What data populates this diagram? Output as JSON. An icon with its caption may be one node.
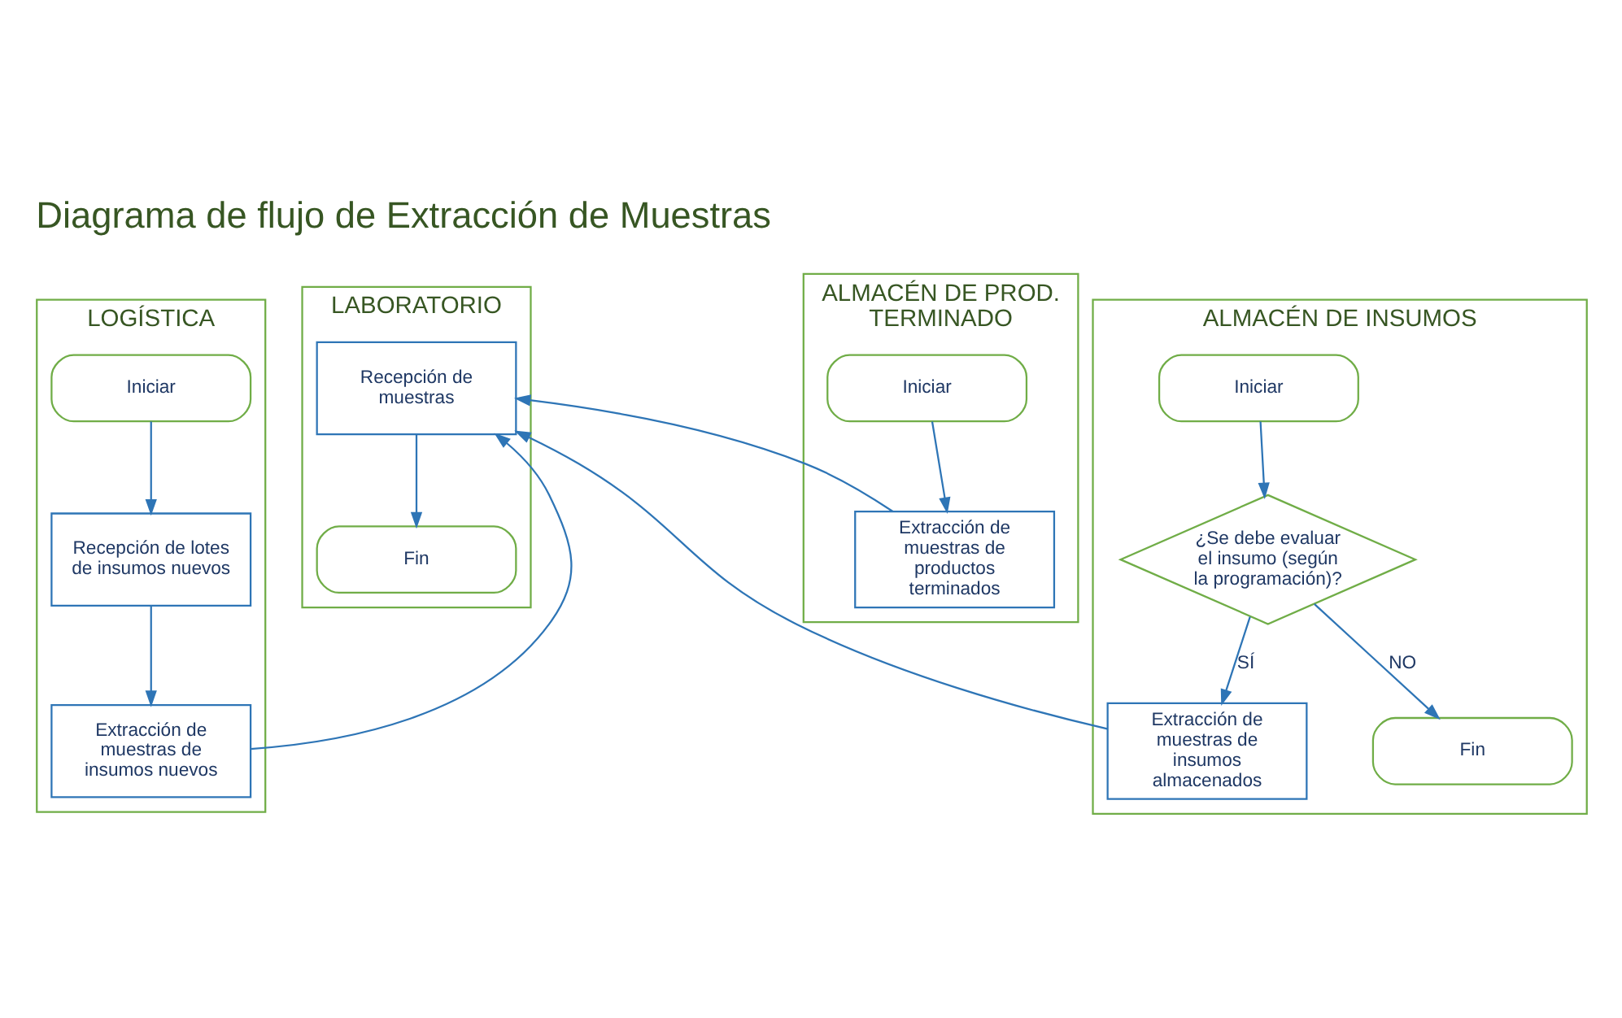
{
  "diagram": {
    "title": "Diagrama de flujo de Extracción de Muestras",
    "nodes": [
      {
        "text": [
          "LOGÍSTICA"
        ]
      },
      {
        "text": [
          "Iniciar"
        ],
        "in": 0
      },
      {
        "text": [
          "Recepción de lotes de insumos nuevos"
        ],
        "in": 0
      },
      {
        "text": [
          "Extracción de muestras de insumos nuevos"
        ],
        "in": 0
      },
      {
        "text": [
          "ALMACÉN DE INSUMOS"
        ]
      },
      {
        "text": [
          "Iniciar"
        ],
        "in": 4
      },
      {
        "text": [
          "¿Se debe evaluar el insumo (según la programación)?"
        ],
        "in": 4
      },
      {
        "text": [
          "Fin"
        ],
        "in": 4
      },
      {
        "text": [
          "Extracción de muestras de insumos almacenados"
        ],
        "in": 4
      },
      {
        "text": [
          "ALMACÉN DE PROD. TERMINADO"
        ]
      },
      {
        "text": [
          "Iniciar"
        ],
        "in": 9
      },
      {
        "text": [
          "Extracción de muestras de productos terminados"
        ],
        "in": 9
      },
      {
        "text": [
          "LABORATORIO"
        ]
      },
      {
        "text": [
          "Recepción de muestras"
        ],
        "in": 12
      },
      {
        "text": [
          "Fin"
        ],
        "in": 12
      }
    ],
    "edges": [
      {
        "from": 1,
        "to": 2,
        "arrow": "to"
      },
      {
        "from": 2,
        "to": 3,
        "arrow": "to"
      },
      {
        "from": 5,
        "to": 6,
        "arrow": "to"
      },
      {
        "from": 6,
        "to": 7,
        "arrow": "to",
        "label": "NO"
      },
      {
        "from": 6,
        "to": 8,
        "arrow": "to",
        "label": "SÍ"
      },
      {
        "from": 10,
        "to": 11,
        "arrow": "to"
      },
      {
        "from": 3,
        "to": 13,
        "arrow": "to"
      },
      {
        "from": 8,
        "to": 13,
        "arrow": "to"
      },
      {
        "from": 11,
        "to": 13,
        "arrow": "to"
      },
      {
        "from": 13,
        "to": 14,
        "arrow": "to"
      }
    ]
  }
}
